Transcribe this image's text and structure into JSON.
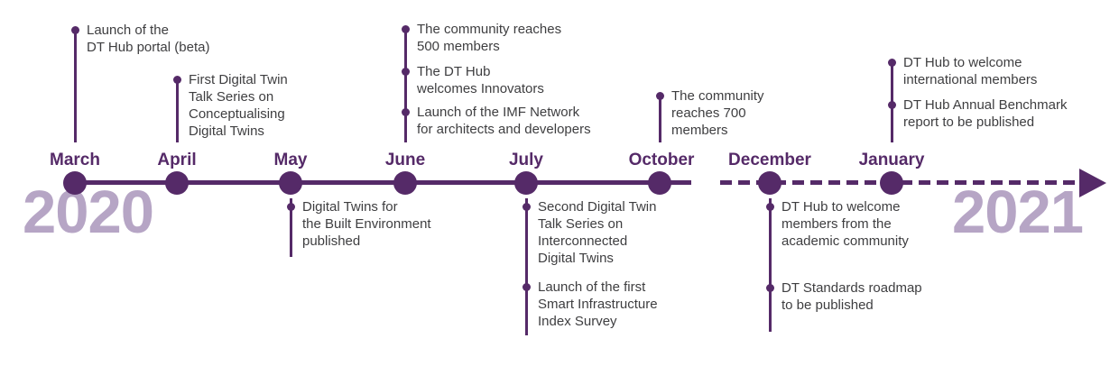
{
  "colors": {
    "primary": "#552a68",
    "year_watermark": "#b6a5c5",
    "event_text": "#3e3e40"
  },
  "years": {
    "start": "2020",
    "end": "2021"
  },
  "months": [
    {
      "name": "March"
    },
    {
      "name": "April"
    },
    {
      "name": "May"
    },
    {
      "name": "June"
    },
    {
      "name": "July"
    },
    {
      "name": "October"
    },
    {
      "name": "December"
    },
    {
      "name": "January"
    }
  ],
  "events": [
    {
      "month": "March",
      "position": "above",
      "text": "Launch of the\nDT Hub portal (beta)"
    },
    {
      "month": "April",
      "position": "above",
      "text": "First Digital Twin\nTalk Series on\nConceptualising\nDigital Twins"
    },
    {
      "month": "May",
      "position": "below",
      "text": "Digital Twins for\nthe Built Environment\npublished"
    },
    {
      "month": "June",
      "position": "above",
      "text": "The community reaches\n500 members"
    },
    {
      "month": "June",
      "position": "above",
      "text": "The DT Hub\nwelcomes Innovators"
    },
    {
      "month": "June",
      "position": "above",
      "text": "Launch of the IMF Network\nfor architects and developers"
    },
    {
      "month": "July",
      "position": "below",
      "text": "Second Digital Twin\nTalk Series on\nInterconnected\nDigital Twins"
    },
    {
      "month": "July",
      "position": "below",
      "text": "Launch of the first\nSmart Infrastructure\nIndex Survey"
    },
    {
      "month": "October",
      "position": "above",
      "text": "The community\nreaches 700\nmembers"
    },
    {
      "month": "December",
      "position": "below",
      "text": "DT Hub to welcome\nmembers from the\nacademic community"
    },
    {
      "month": "December",
      "position": "below",
      "text": "DT Standards roadmap\nto be published"
    },
    {
      "month": "January",
      "position": "above",
      "text": "DT Hub to welcome\ninternational members"
    },
    {
      "month": "January",
      "position": "above",
      "text": "DT Hub Annual Benchmark\nreport to be published"
    }
  ]
}
